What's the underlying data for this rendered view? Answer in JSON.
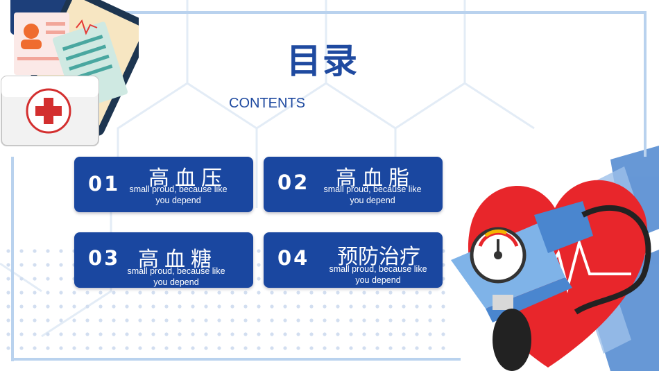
{
  "title": "目录",
  "subtitle": "CONTENTS",
  "items": [
    {
      "num": "01",
      "name": "高血压",
      "desc": "small proud, because like you depend"
    },
    {
      "num": "02",
      "name": "高血脂",
      "desc": "small proud, because like you depend"
    },
    {
      "num": "03",
      "name": "高血糖",
      "desc": "small proud, because like you depend"
    },
    {
      "num": "04",
      "name": "预防治疗",
      "desc": "small proud, because like you depend"
    }
  ],
  "colors": {
    "card": "#1a47a0",
    "accent": "#1f4aa0",
    "frame": "#b9d2ee",
    "heart": "#e8262b"
  },
  "icons": [
    "medical-kit-icon",
    "medical-chart-icon",
    "heart-icon",
    "blood-pressure-monitor-icon"
  ]
}
